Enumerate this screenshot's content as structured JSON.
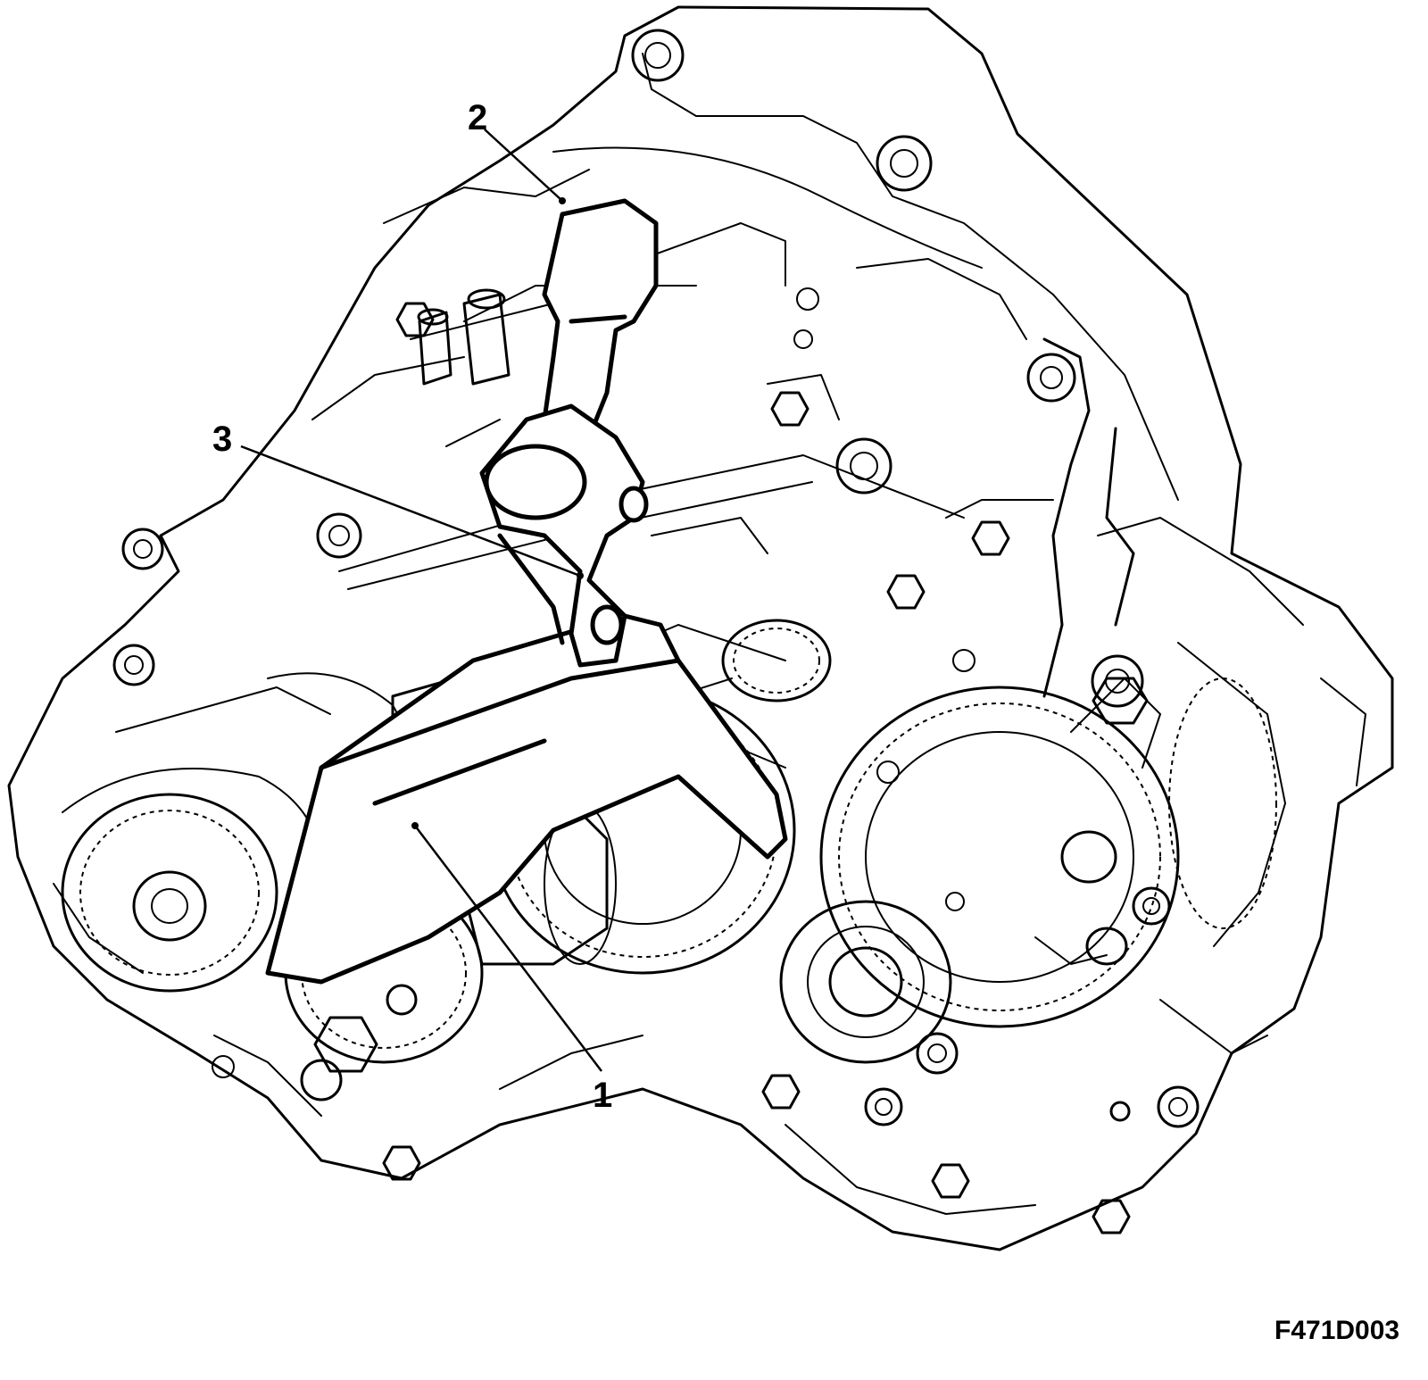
{
  "callouts": {
    "c1": "1",
    "c2": "2",
    "c3": "3"
  },
  "figure_code": "F471D003",
  "colors": {
    "line": "#000000",
    "background": "#ffffff"
  }
}
